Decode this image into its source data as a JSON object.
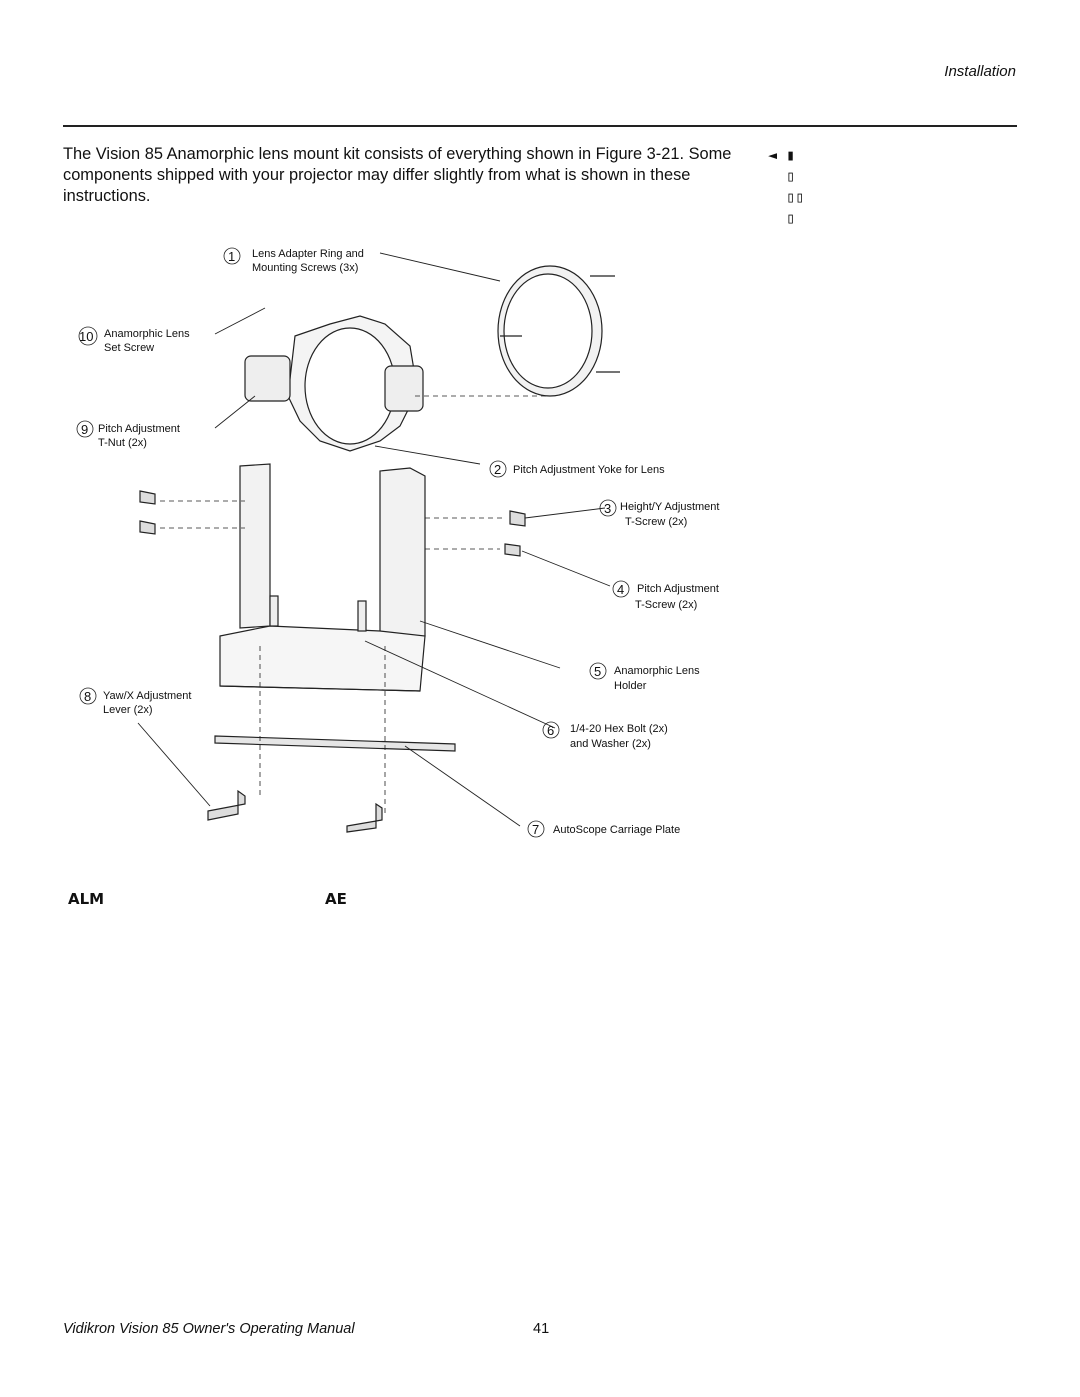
{
  "header": {
    "section": "Installation"
  },
  "intro": {
    "text": "The Vision 85 Anamorphic lens mount kit consists of everything shown in Figure 3-21. Some components shipped with your projector may differ slightly from what is shown in these instructions."
  },
  "side_glyphs": [
    "◄ ▮",
    "  ▯",
    "  ▯▯",
    "  ▯"
  ],
  "figure": {
    "callouts": [
      {
        "num": "1",
        "line1": "Lens Adapter Ring and",
        "line2": "Mounting Screws (3x)"
      },
      {
        "num": "10",
        "line1": "Anamorphic Lens",
        "line2": "Set Screw"
      },
      {
        "num": "9",
        "line1": "Pitch Adjustment",
        "line2": "T-Nut (2x)"
      },
      {
        "num": "2",
        "line1": "Pitch Adjustment Yoke for Lens",
        "line2": ""
      },
      {
        "num": "3",
        "line1": "Height/Y Adjustment",
        "line2": "T-Screw (2x)"
      },
      {
        "num": "4",
        "line1": "Pitch Adjustment",
        "line2": "T-Screw (2x)"
      },
      {
        "num": "5",
        "line1": "Anamorphic Lens",
        "line2": "Holder"
      },
      {
        "num": "8",
        "line1": "Yaw/X Adjustment",
        "line2": "Lever (2x)"
      },
      {
        "num": "6",
        "line1": "1/4-20 Hex Bolt (2x)",
        "line2": "and Washer (2x)"
      },
      {
        "num": "7",
        "line1": "AutoScope Carriage Plate",
        "line2": ""
      }
    ]
  },
  "caption": {
    "left": "ALM",
    "right": "AE"
  },
  "footer": {
    "manual_title": "Vidikron Vision 85 Owner's Operating Manual",
    "page_number": "41"
  }
}
